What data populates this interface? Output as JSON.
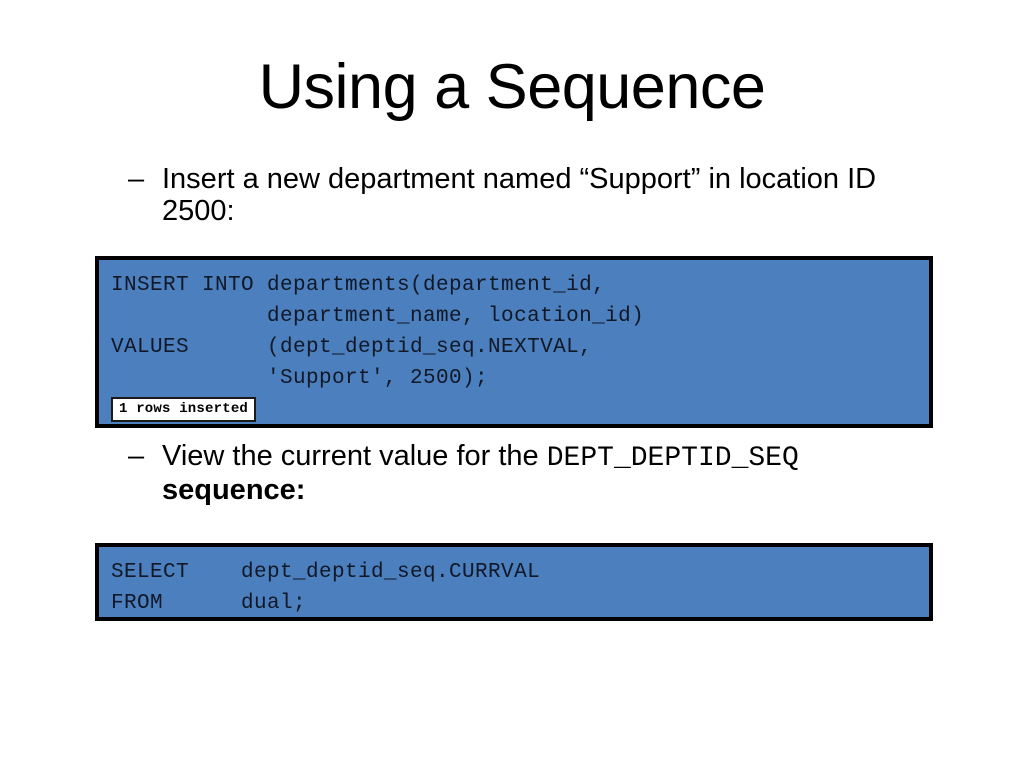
{
  "slide": {
    "title": "Using a Sequence",
    "background_color": "#FFFFFF",
    "bullets": [
      {
        "dash": "–",
        "text": "Insert a new department named “Support” in location ID 2500:"
      },
      {
        "dash": "–",
        "text_before": "View the current value for the ",
        "mono_term": "DEPT_DEPTID_SEQ",
        "text_after": " sequence:"
      }
    ],
    "code_blocks": [
      {
        "name": "insert-statement",
        "background_color": "#4C7FBD",
        "border_color": "#000000",
        "text_color": "#111827",
        "lines": [
          "INSERT INTO departments(department_id,",
          "            department_name, location_id)",
          "VALUES      (dept_deptid_seq.NEXTVAL,",
          "            'Support', 2500);"
        ],
        "result_badge": "1 rows inserted"
      },
      {
        "name": "select-statement",
        "background_color": "#4C7FBD",
        "border_color": "#000000",
        "text_color": "#111827",
        "lines": [
          "SELECT    dept_deptid_seq.CURRVAL",
          "FROM      dual;"
        ]
      }
    ]
  }
}
